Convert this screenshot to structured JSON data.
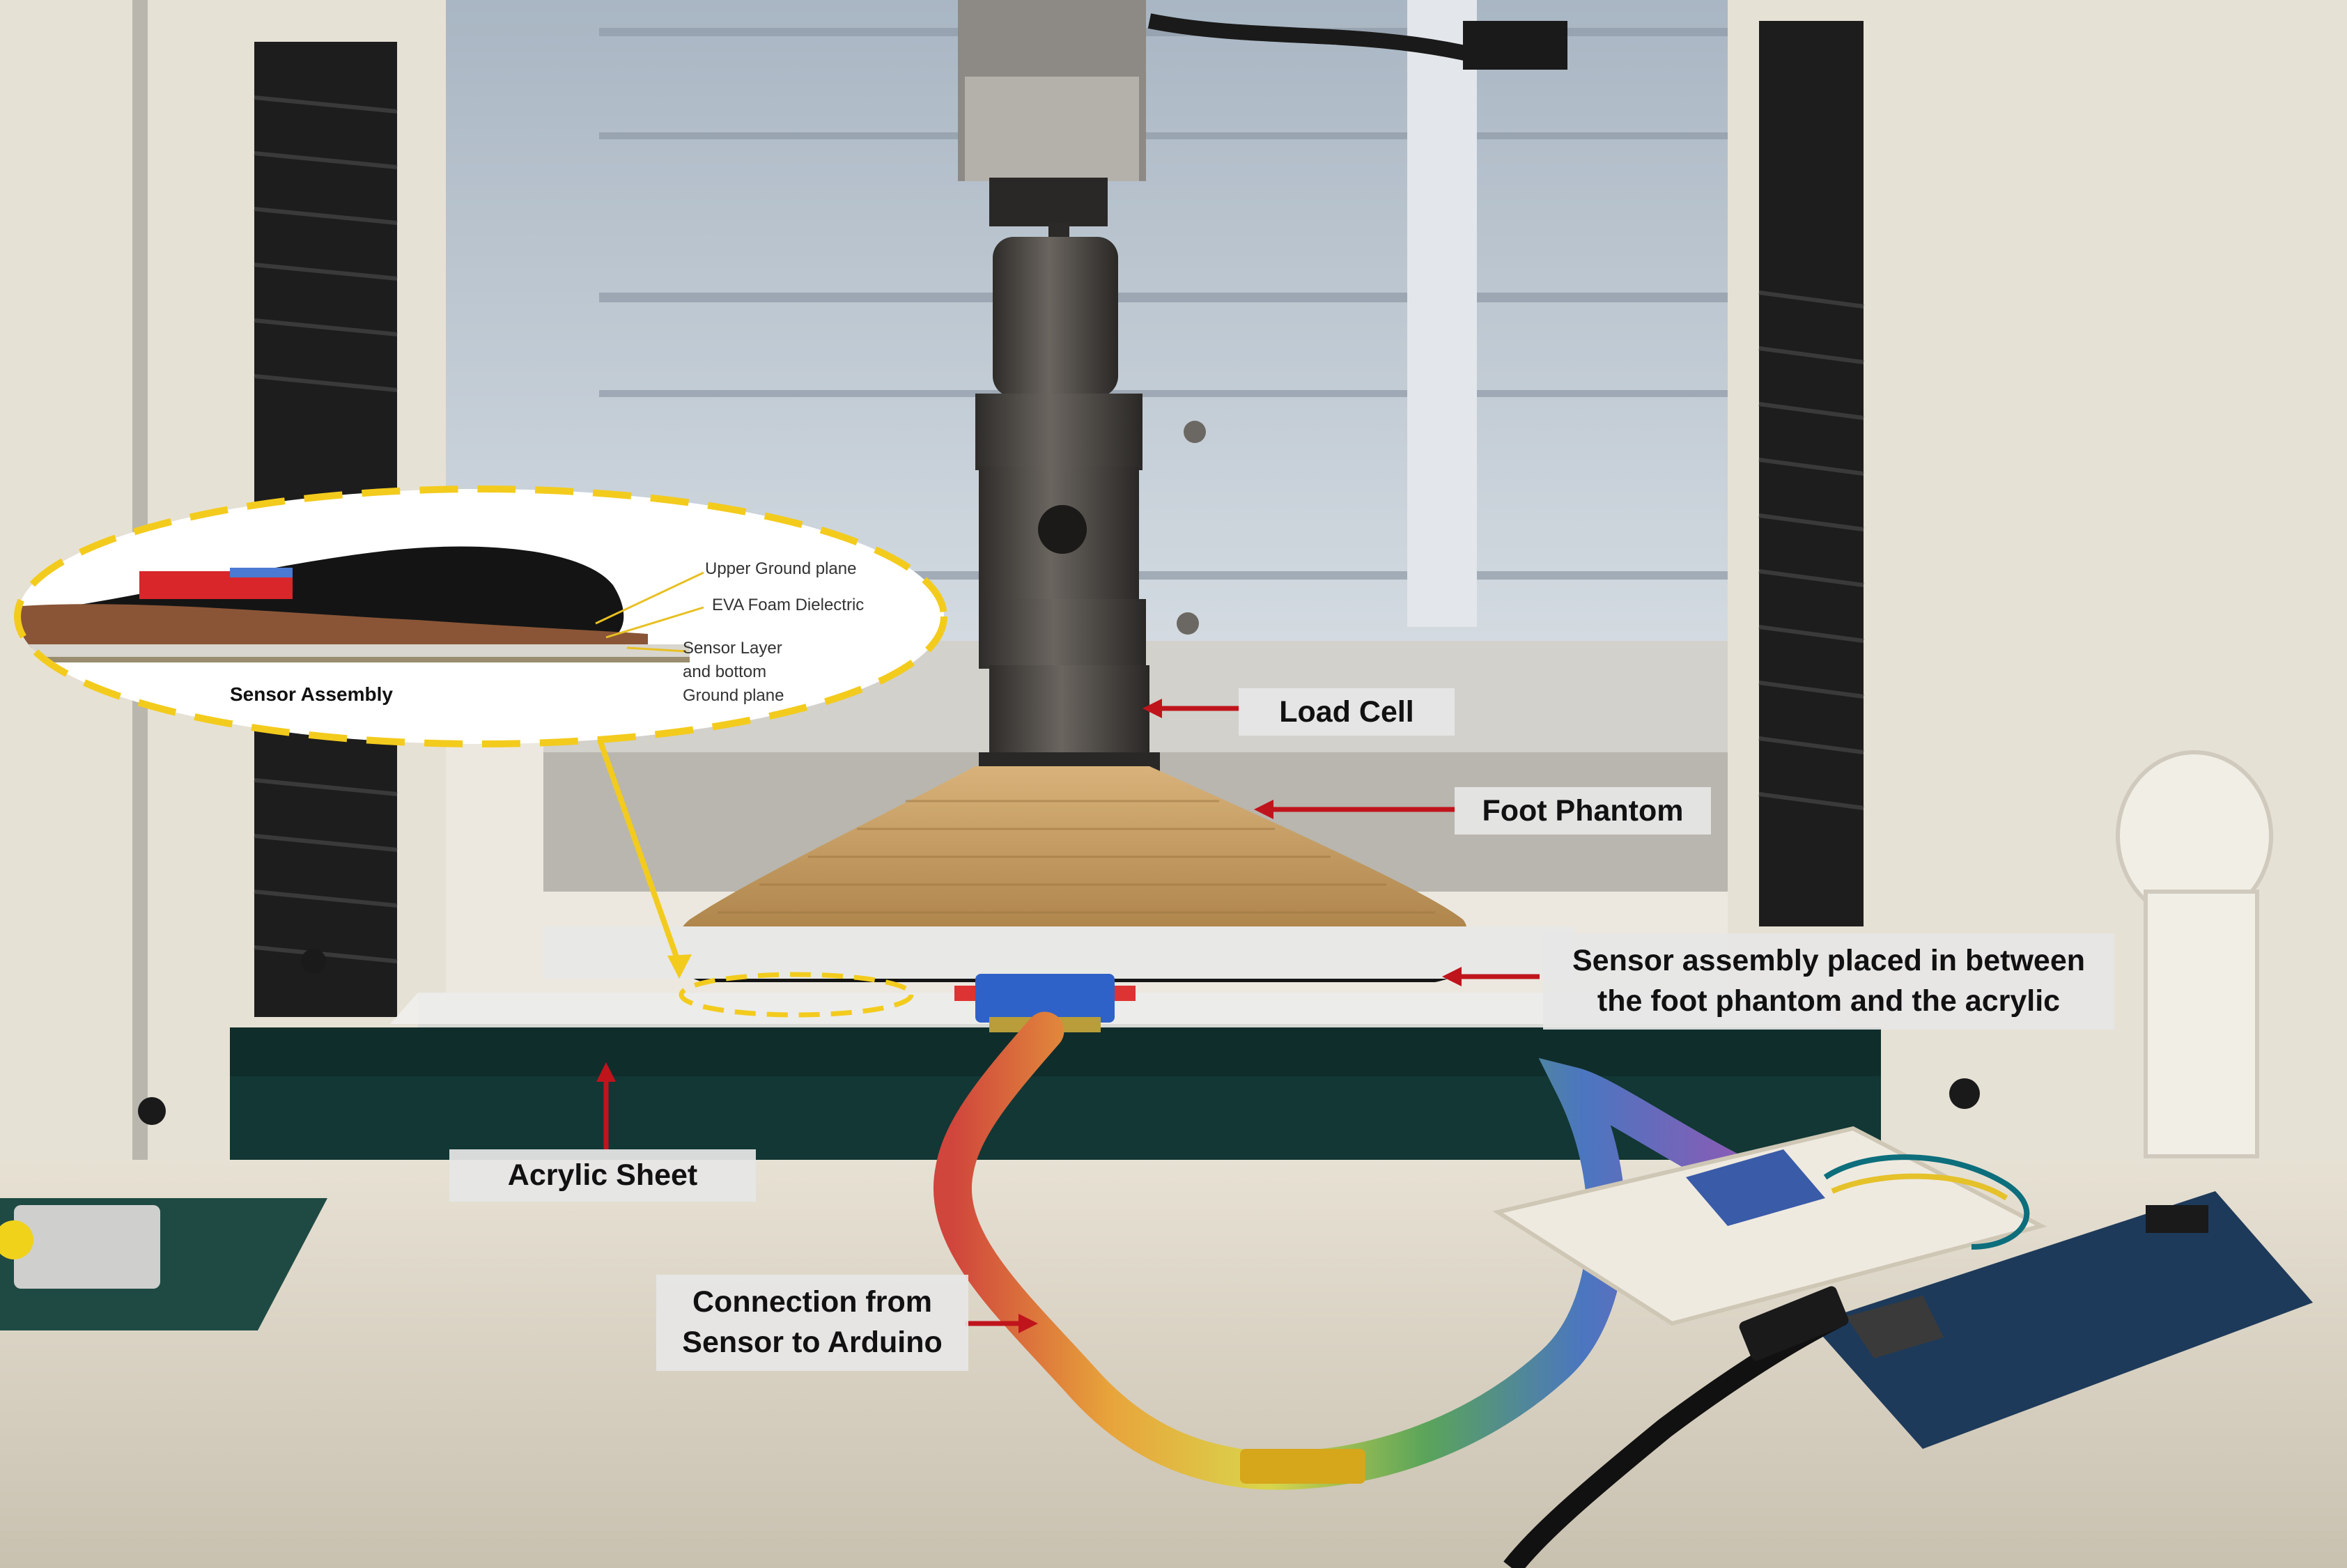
{
  "figure": {
    "callouts": {
      "load_cell": "Load Cell",
      "foot_phantom": "Foot Phantom",
      "sensor_assembly_placement_line1": "Sensor assembly placed in between",
      "sensor_assembly_placement_line2": "the foot phantom and the acrylic",
      "acrylic_sheet": "Acrylic Sheet",
      "connection_line1": "Connection from",
      "connection_line2": "Sensor to Arduino"
    },
    "zoom_inset": {
      "title": "Sensor Assembly",
      "layer_upper": "Upper Ground plane",
      "layer_dielectric": "EVA Foam Dielectric",
      "layer_sensor_line1": "Sensor Layer",
      "layer_sensor_line2": "and bottom",
      "layer_sensor_line3": "Ground plane"
    },
    "colors": {
      "arrow": "#c0141c",
      "zoom_outline": "#f3cb1d",
      "foam": "#c29a5f"
    }
  }
}
